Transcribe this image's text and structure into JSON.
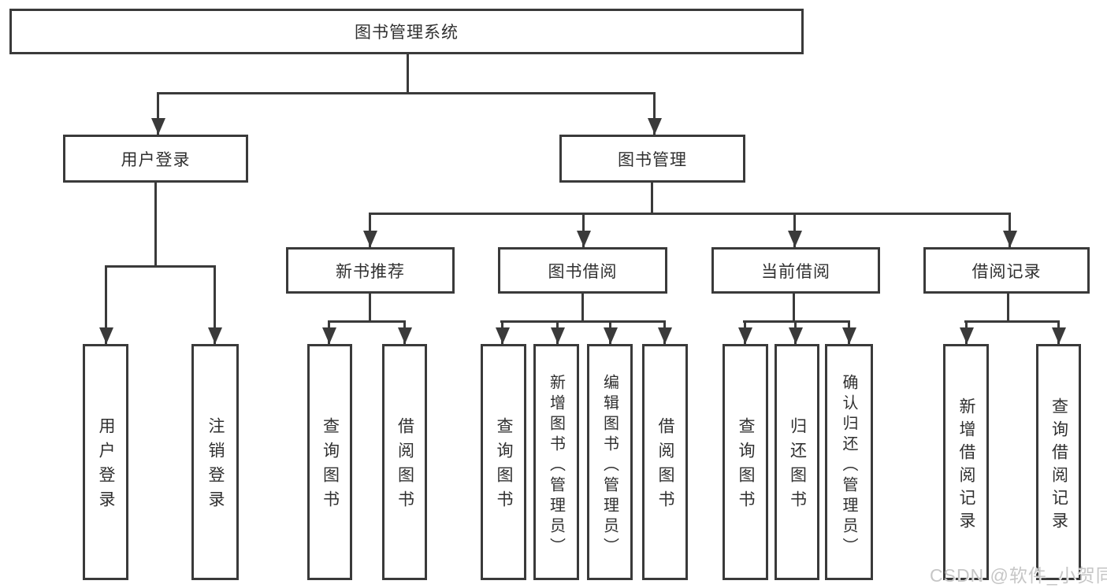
{
  "colors": {
    "line": "#3a3a3a",
    "box_border": "#3a3a3a",
    "text": "#303030",
    "watermark": "#c6c6c6",
    "background": "#ffffff"
  },
  "tree": {
    "root": "图书管理系统",
    "children": [
      {
        "label": "用户登录",
        "children": [
          "用户登录",
          "注销登录"
        ]
      },
      {
        "label": "图书管理",
        "children": [
          {
            "label": "新书推荐",
            "children": [
              "查询图书",
              "借阅图书"
            ]
          },
          {
            "label": "图书借阅",
            "children": [
              "查询图书",
              "新增图书（管理员）",
              "编辑图书（管理员）",
              "借阅图书"
            ]
          },
          {
            "label": "当前借阅",
            "children": [
              "查询图书",
              "归还图书",
              "确认归还（管理员）"
            ]
          },
          {
            "label": "借阅记录",
            "children": [
              "新增借阅记录",
              "查询借阅记录"
            ]
          }
        ]
      }
    ]
  },
  "watermark": {
    "text": "CSDN @软件_小贺同学"
  }
}
